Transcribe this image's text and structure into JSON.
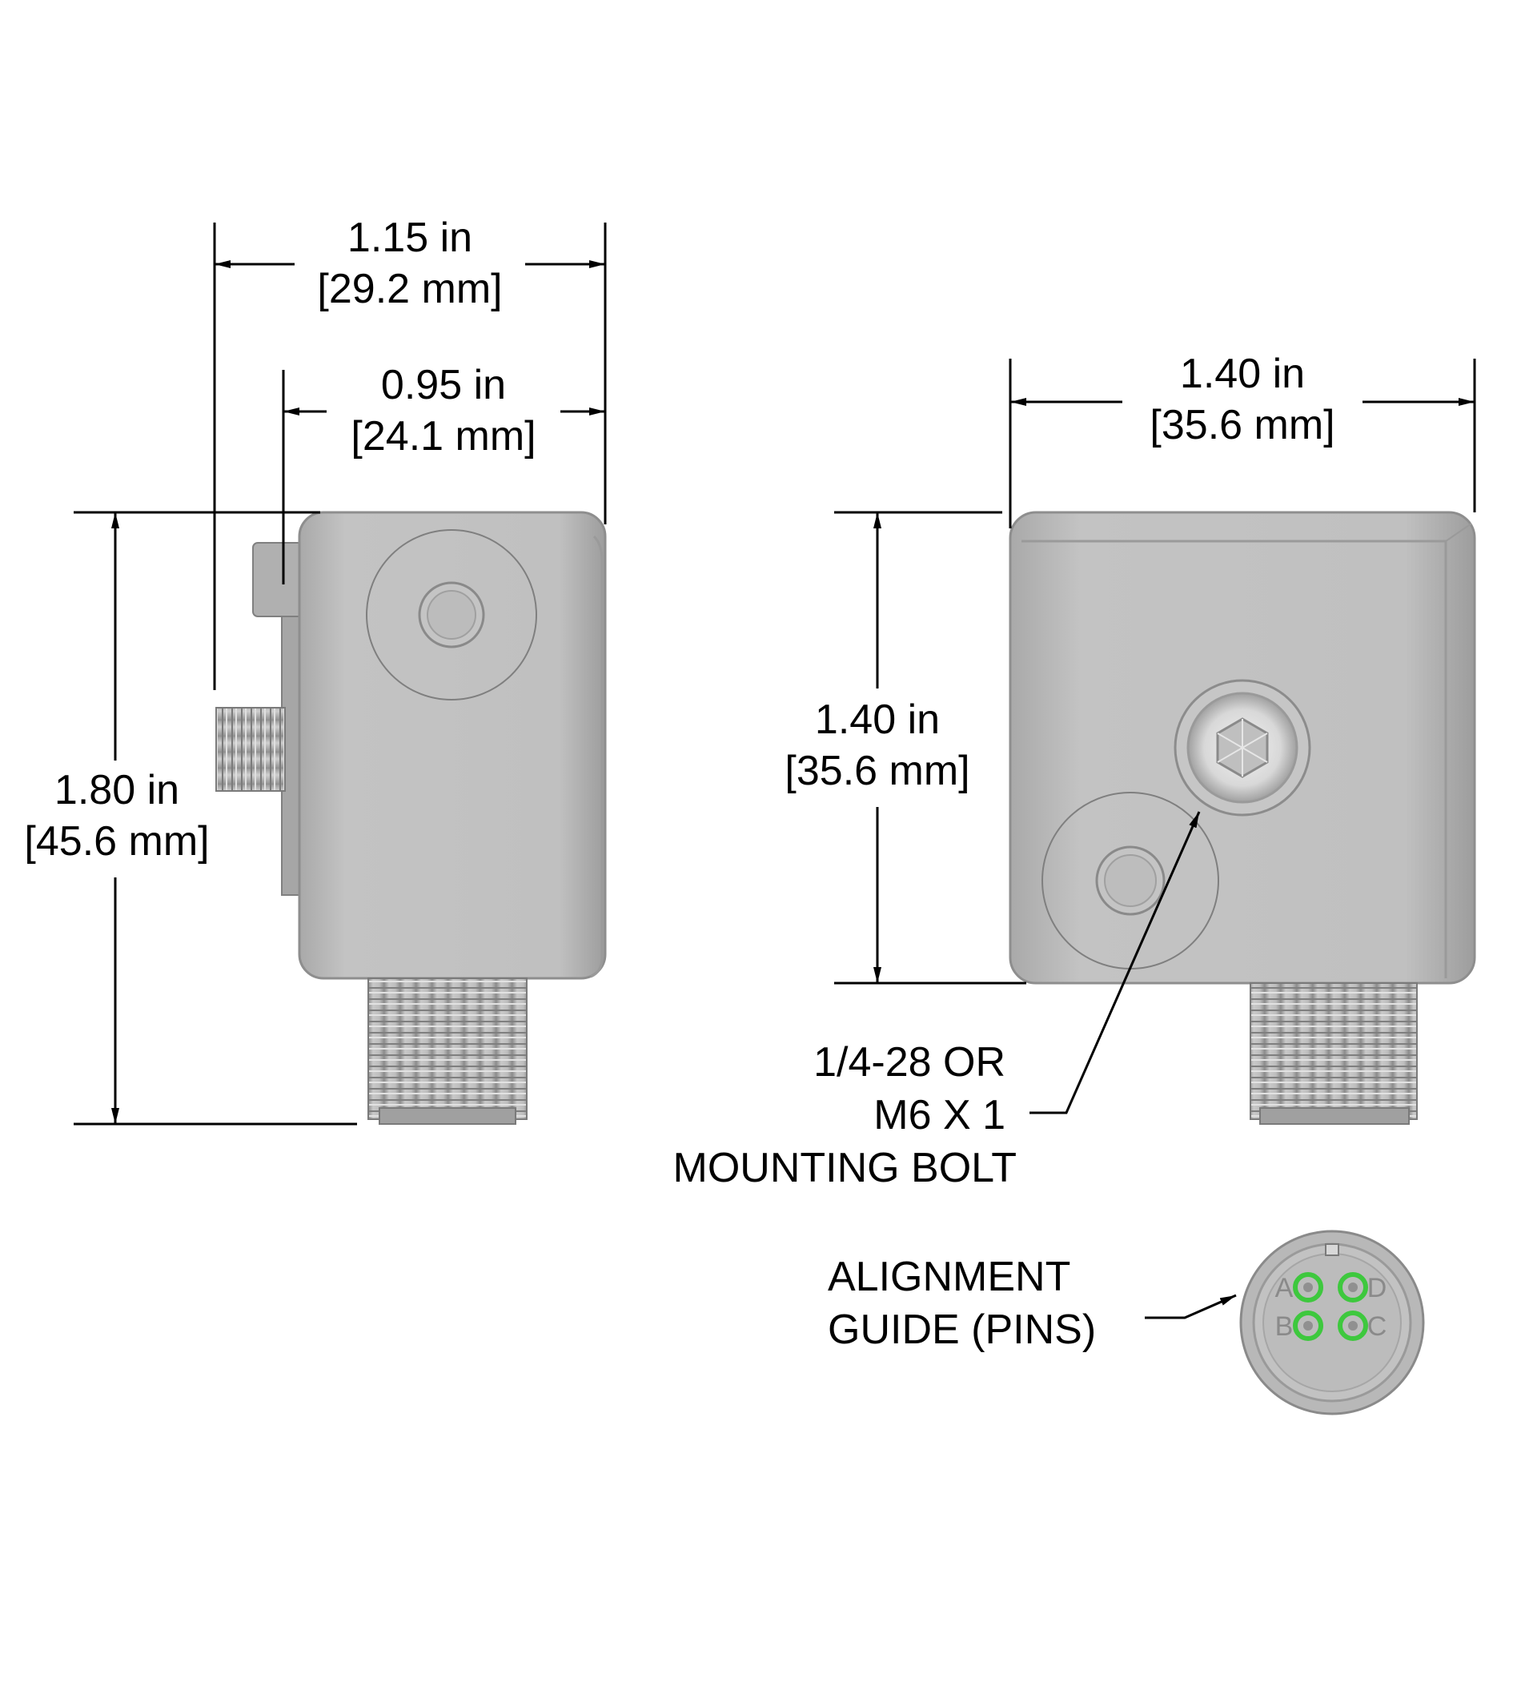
{
  "side_view": {
    "overall_width": {
      "inch": "1.15 in",
      "mm": "[29.2 mm]"
    },
    "body_width": {
      "inch": "0.95 in",
      "mm": "[24.1 mm]"
    },
    "height": {
      "inch": "1.80 in",
      "mm": "[45.6 mm]"
    }
  },
  "front_view": {
    "width": {
      "inch": "1.40 in",
      "mm": "[35.6 mm]"
    },
    "height": {
      "inch": "1.40 in",
      "mm": "[35.6 mm]"
    },
    "mounting_bolt_note": {
      "line1": "1/4-28 OR",
      "line2": "M6 X 1",
      "line3": "MOUNTING BOLT"
    }
  },
  "connector_view": {
    "note": {
      "line1": "ALIGNMENT",
      "line2": "GUIDE (PINS)"
    },
    "pins": [
      "A",
      "B",
      "C",
      "D"
    ],
    "pin_color": "#3ec83e"
  },
  "colors": {
    "housing": "#bdbdbd",
    "housing_edge": "#8e8e8e",
    "thread": "#a8a8a8"
  }
}
